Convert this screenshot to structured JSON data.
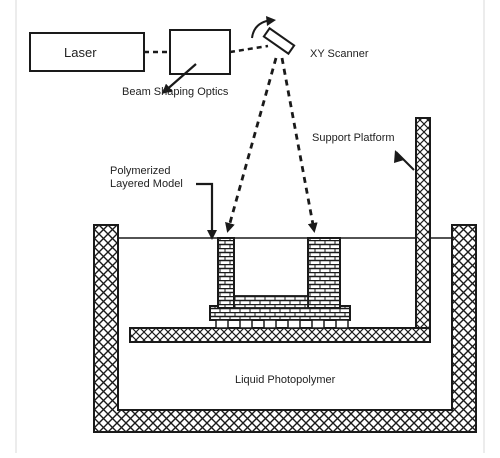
{
  "labels": {
    "laser": "Laser",
    "beam_shaping": "Beam Shaping Optics",
    "xy_scanner": "XY Scanner",
    "support_platform": "Support Platform",
    "model_line1": "Polymerized",
    "model_line2": "Layered Model",
    "liquid": "Liquid Photopolymer"
  },
  "colors": {
    "ink": "#1a1a1a",
    "page": "#ffffff"
  }
}
